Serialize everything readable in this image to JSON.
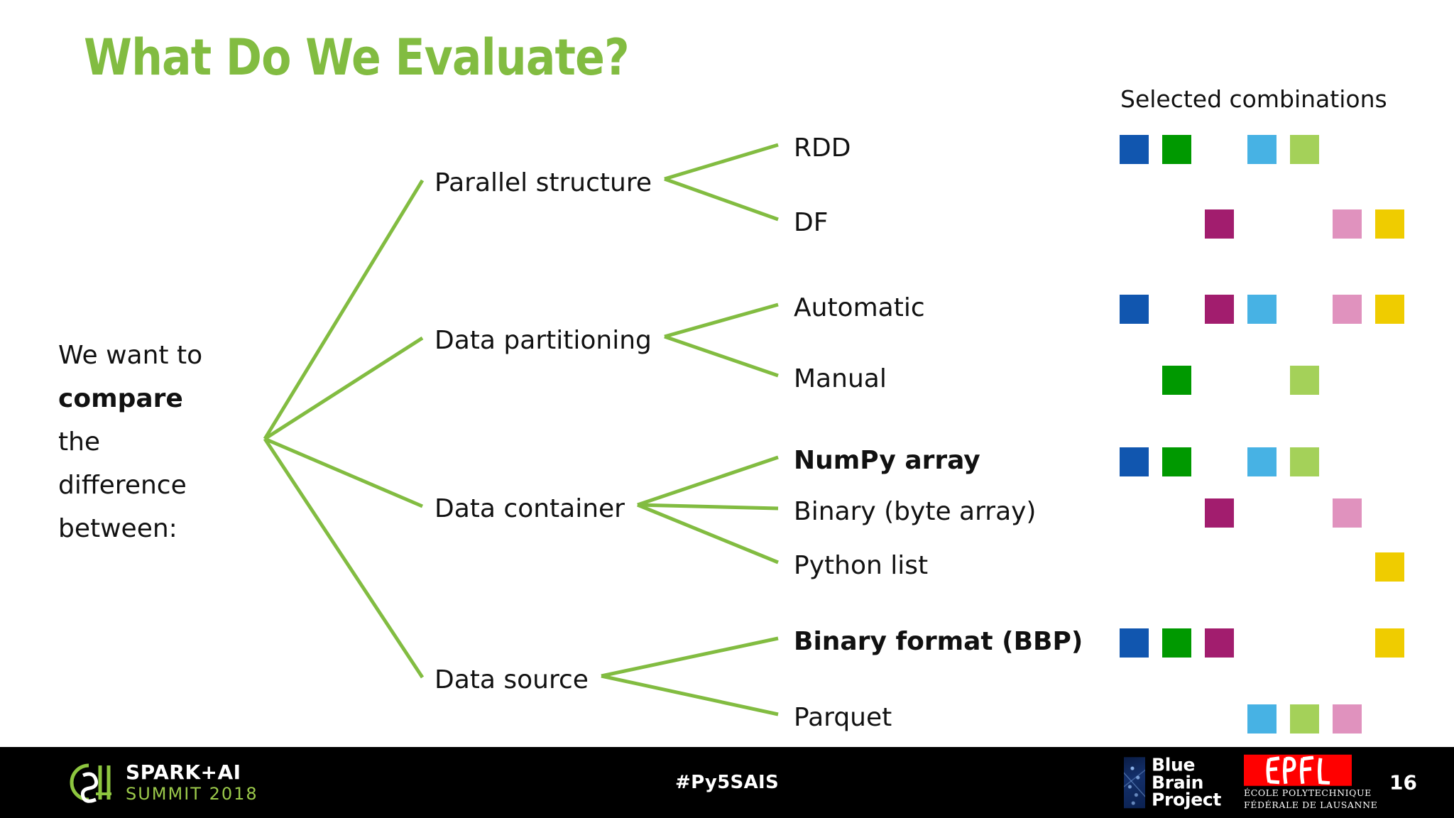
{
  "slide": {
    "title": "What Do We Evaluate?",
    "title_color": "#82BC41",
    "background": "#ffffff"
  },
  "intro": {
    "line1": "We want to",
    "line2": "compare",
    "line3": "the",
    "line4": "difference",
    "line5": "between:"
  },
  "combos": {
    "header": "Selected combinations",
    "columns": [
      {
        "key": "c1",
        "color": "#1156AF",
        "name": "blue"
      },
      {
        "key": "c2",
        "color": "#009900",
        "name": "green"
      },
      {
        "key": "c3",
        "color": "#A21D6E",
        "name": "magenta"
      },
      {
        "key": "c4",
        "color": "#47B2E4",
        "name": "light-blue"
      },
      {
        "key": "c5",
        "color": "#A4D159",
        "name": "light-green"
      },
      {
        "key": "c6",
        "color": "#E092BE",
        "name": "pink"
      },
      {
        "key": "c7",
        "color": "#EFCC00",
        "name": "yellow"
      }
    ]
  },
  "tree": {
    "line_color": "#82BC41",
    "groups": [
      {
        "category": "Parallel structure",
        "options": [
          {
            "label": "RDD",
            "bold": false,
            "marks": [
              "c1",
              "c2",
              "c4",
              "c5"
            ]
          },
          {
            "label": "DF",
            "bold": false,
            "marks": [
              "c3",
              "c6",
              "c7"
            ]
          }
        ]
      },
      {
        "category": "Data partitioning",
        "options": [
          {
            "label": "Automatic",
            "bold": false,
            "marks": [
              "c1",
              "c3",
              "c4",
              "c6",
              "c7"
            ]
          },
          {
            "label": "Manual",
            "bold": false,
            "marks": [
              "c2",
              "c5"
            ]
          }
        ]
      },
      {
        "category": "Data container",
        "options": [
          {
            "label": "NumPy array",
            "bold": true,
            "marks": [
              "c1",
              "c2",
              "c4",
              "c5"
            ]
          },
          {
            "label": "Binary (byte array)",
            "bold": false,
            "marks": [
              "c3",
              "c6"
            ]
          },
          {
            "label": "Python list",
            "bold": false,
            "marks": [
              "c7"
            ]
          }
        ]
      },
      {
        "category": "Data source",
        "options": [
          {
            "label": "Binary format (BBP)",
            "bold": true,
            "marks": [
              "c1",
              "c2",
              "c3",
              "c7"
            ]
          },
          {
            "label": "Parquet",
            "bold": false,
            "marks": [
              "c4",
              "c5",
              "c6"
            ]
          }
        ]
      }
    ]
  },
  "footer": {
    "background": "#000000",
    "hashtag": "#Py5SAIS",
    "page_number": "16",
    "spark_logo": {
      "line1": "SPARK+AI",
      "line2": "SUMMIT 2018",
      "accent": "#9BC94A"
    },
    "bbp_logo": {
      "line1": "Blue",
      "line2": "Brain",
      "line3": "Project"
    },
    "epfl_logo": {
      "wordmark": "EPFL",
      "sub1": "ÉCOLE POLYTECHNIQUE",
      "sub2": "FÉDÉRALE DE LAUSANNE",
      "accent": "#FF0000"
    }
  }
}
